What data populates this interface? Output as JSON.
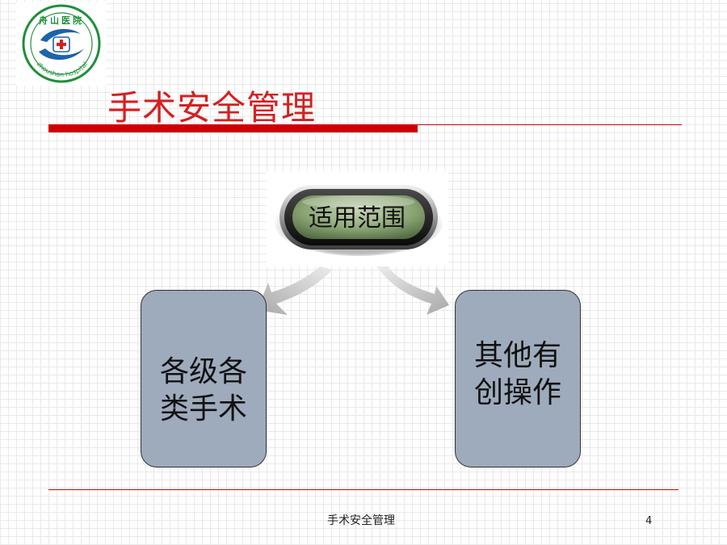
{
  "slide": {
    "title": "手术安全管理",
    "footer": "手术安全管理",
    "page_number": "4"
  },
  "logo": {
    "arc_text": "舟山医院",
    "ring_text": "zhoushan hospital"
  },
  "diagram": {
    "hub": "适用范围",
    "nodes": [
      {
        "lines": [
          "各级各",
          "类手术"
        ]
      },
      {
        "lines": [
          "其他有",
          "创操作"
        ]
      }
    ]
  },
  "colors": {
    "title_red": "#d42020",
    "accent_red": "#cc0000",
    "node_fill": "#9eabbc",
    "hub_green": "#6f8f5a",
    "logo_green": "#1f8f3a",
    "logo_blue": "#1c62ad"
  }
}
